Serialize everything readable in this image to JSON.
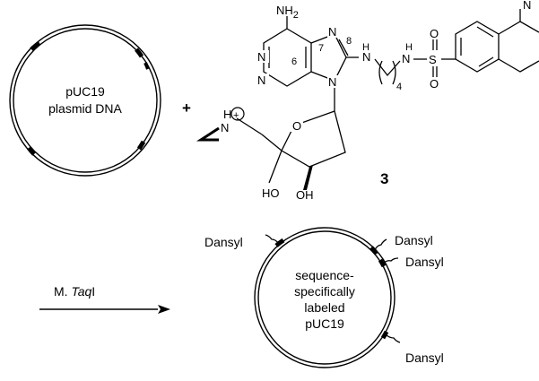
{
  "plasmid_left": {
    "line1": "pUC19",
    "line2": "plasmid DNA"
  },
  "plus_sign": "+",
  "cofactor": {
    "compound_number": "3",
    "atoms": {
      "nh2": "NH",
      "nh2_sub": "2",
      "n1": "N",
      "n3": "N",
      "n7": "N",
      "n9": "N",
      "nh_a": "H",
      "nh_b": "H",
      "n_amide_h": "H",
      "n_amide": "N",
      "s": "S",
      "o_top": "O",
      "o_bot": "O",
      "ho_left": "HO",
      "oh_right": "OH",
      "ring_o": "O",
      "aziridine_n": "N",
      "aziridine_h": "H",
      "charge": "+",
      "chain_index": "4",
      "dimethyl_n": "N"
    },
    "position_numbers": {
      "pos6": "6",
      "pos7": "7",
      "pos8": "8"
    }
  },
  "enzyme_label": "M. Taq",
  "enzyme_prefix": "M. ",
  "enzyme_italic": "Taq",
  "enzyme_suffix": "I",
  "plasmid_right": {
    "line1": "sequence-",
    "line2": "specifically",
    "line3": "labeled",
    "line4": "pUC19"
  },
  "dansyl_labels": [
    "Dansyl",
    "Dansyl",
    "Dansyl",
    "Dansyl"
  ]
}
